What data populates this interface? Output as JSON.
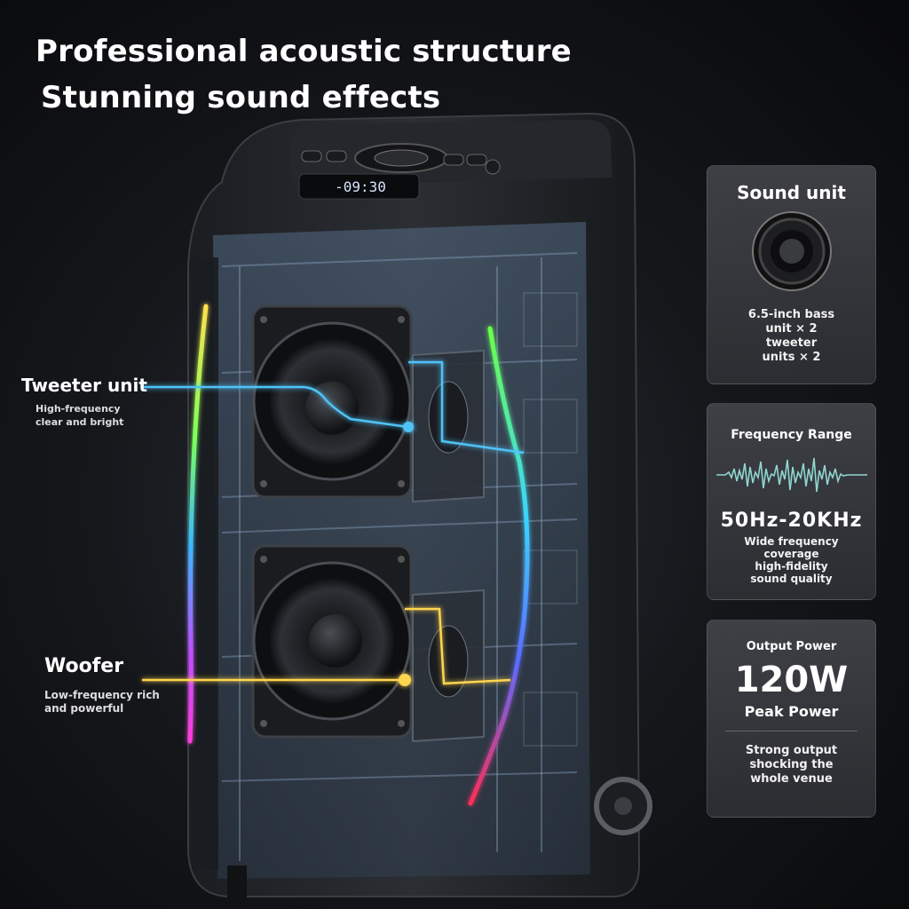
{
  "headline": {
    "line1": "Professional acoustic structure",
    "line2": "Stunning sound effects"
  },
  "display": {
    "time": "-09:30"
  },
  "callouts": {
    "tweeter": {
      "title": "Tweeter unit",
      "desc_line1": "High-frequency",
      "desc_line2": "clear and bright",
      "color": "#4fc3f7"
    },
    "woofer": {
      "title": "Woofer",
      "desc_line1": "Low-frequency rich",
      "desc_line2": "and powerful",
      "color": "#ffd54f"
    }
  },
  "cards": {
    "sound_unit": {
      "title": "Sound unit",
      "desc_line1": "6.5-inch bass",
      "desc_line2": "unit × 2",
      "desc_line3": "tweeter",
      "desc_line4": "units × 2"
    },
    "frequency": {
      "title": "Frequency Range",
      "value": "50Hz-20KHz",
      "desc_line1": "Wide frequency",
      "desc_line2": "coverage",
      "desc_line3": "high-fidelity",
      "desc_line4": "sound quality",
      "wave_color": "#8fd6d0"
    },
    "power": {
      "title": "Output Power",
      "value": "120W",
      "subtitle": "Peak Power",
      "desc_line1": "Strong output",
      "desc_line2": "shocking the",
      "desc_line3": "whole venue"
    }
  }
}
